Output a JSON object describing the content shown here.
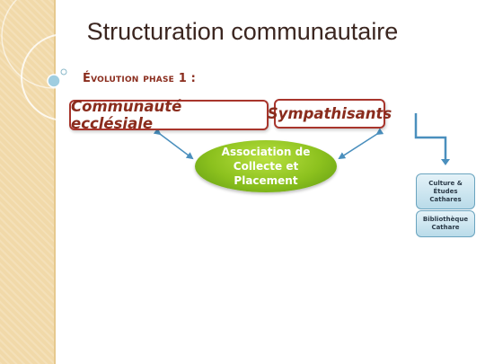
{
  "title": "Structuration communautaire",
  "subtitle": "Évolution phase 1 :",
  "nodes": {
    "communaute": "Communauté ecclésiale",
    "sympathisants": "Sympathisants",
    "association": [
      "Association de",
      "Collecte et",
      "Placement"
    ],
    "culture": [
      "Culture &",
      "Études",
      "Cathares"
    ],
    "bibliotheque": [
      "Bibliothèque",
      "Cathare"
    ]
  },
  "colors": {
    "accent": "#8a2c1d",
    "box_border": "#a8352c",
    "ellipse_green": "#8cc11e",
    "connector_blue": "#4a8fbd"
  }
}
